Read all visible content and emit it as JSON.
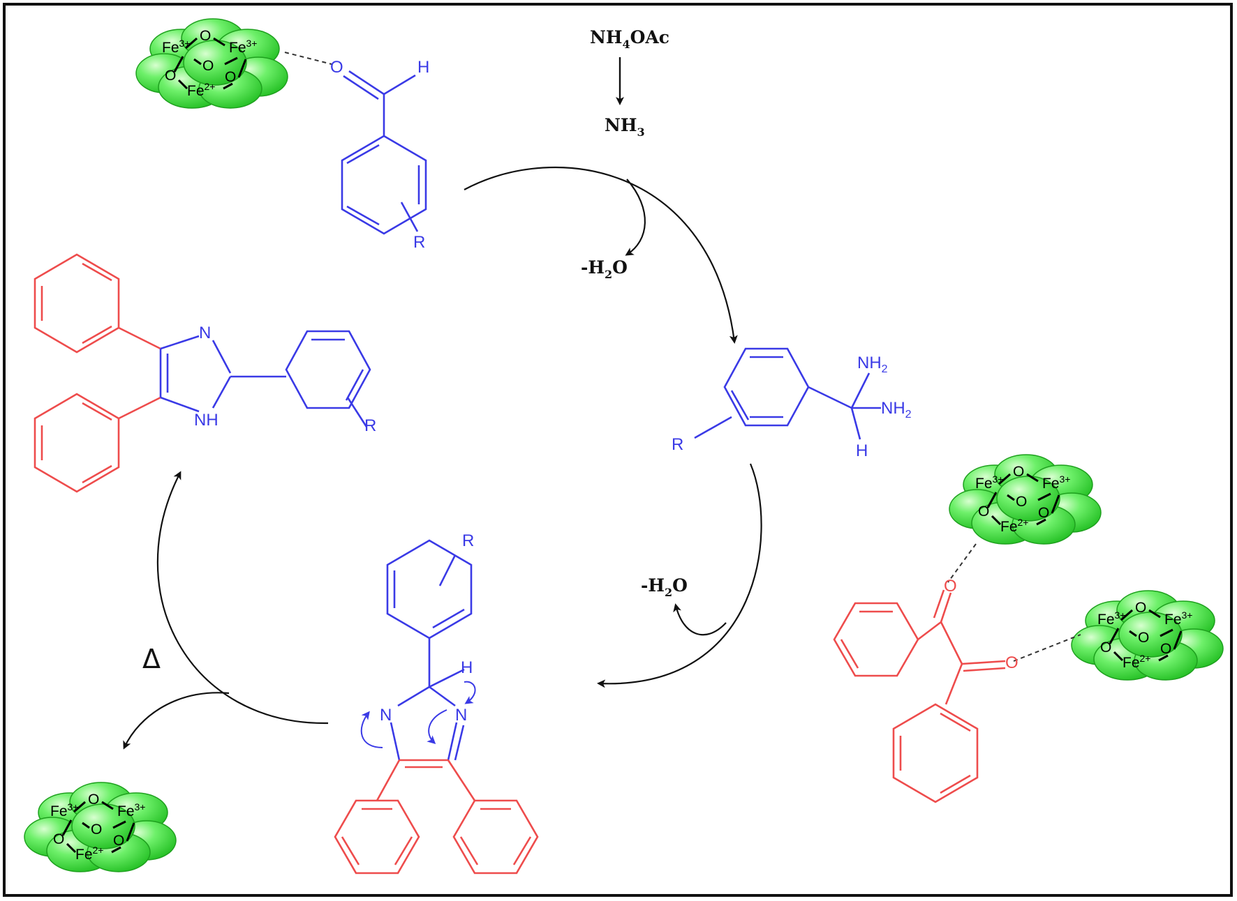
{
  "colors": {
    "blue": "#3a3ae6",
    "red": "#ee4c4c",
    "black": "#111111",
    "green": "#3fe03f",
    "green_dark": "#22b422"
  },
  "reagents": {
    "nh4oac": {
      "main": "NH",
      "sub": "4",
      "tail": "OAc"
    },
    "nh3": {
      "main": "NH",
      "sub": "3"
    },
    "water_1": {
      "pre": "-H",
      "sub": "2",
      "tail": "O"
    },
    "water_2": {
      "pre": "-H",
      "sub": "2",
      "tail": "O"
    },
    "heat": "Δ"
  },
  "aldehyde": {
    "o": "O",
    "h": "H",
    "r": "R"
  },
  "gem_diamine": {
    "nh": "NH",
    "sub": "2",
    "h": "H",
    "r": "R"
  },
  "imidazole_product": {
    "n": "N",
    "nh": "NH",
    "r": "R"
  },
  "intermediate": {
    "n1": "N",
    "n2": "N",
    "h": "H",
    "r": "R"
  },
  "benzil": {
    "o1": "O",
    "o2": "O"
  },
  "catalyst": {
    "fe3": "Fe",
    "fe3_charge": "3+",
    "fe2": "Fe",
    "fe2_charge": "2+",
    "o": "O"
  }
}
